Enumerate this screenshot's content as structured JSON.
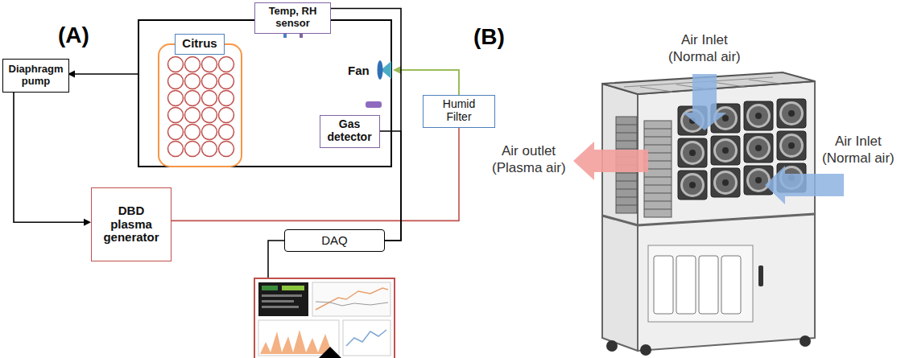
{
  "diagram": {
    "nodes": [
      {
        "text": [
          "Temp, RH sensor"
        ]
      },
      {
        "text": [
          "Citrus"
        ]
      },
      {
        "text": [
          "Diaphragm pump"
        ]
      },
      {
        "text": [
          "Gas detector"
        ]
      },
      {
        "text": [
          "Humid Filter"
        ]
      },
      {
        "text": [
          "DBD plasma generator"
        ]
      },
      {
        "text": [
          "DAQ"
        ]
      }
    ],
    "edges": [
      {
        "from": 2,
        "to": 5,
        "arrow": "to"
      },
      {
        "from": 5,
        "to": 4,
        "arrow": "none"
      },
      {
        "from": 0,
        "to": 6,
        "arrow": "none"
      },
      {
        "from": 3,
        "to": 6,
        "arrow": "none"
      }
    ],
    "labels": [
      "(A)",
      "Fan",
      "(B)",
      "Air Inlet",
      "(Normal air)",
      "Air Inlet",
      "(Normal air)",
      "Air outlet",
      "(Plasma air)"
    ]
  }
}
